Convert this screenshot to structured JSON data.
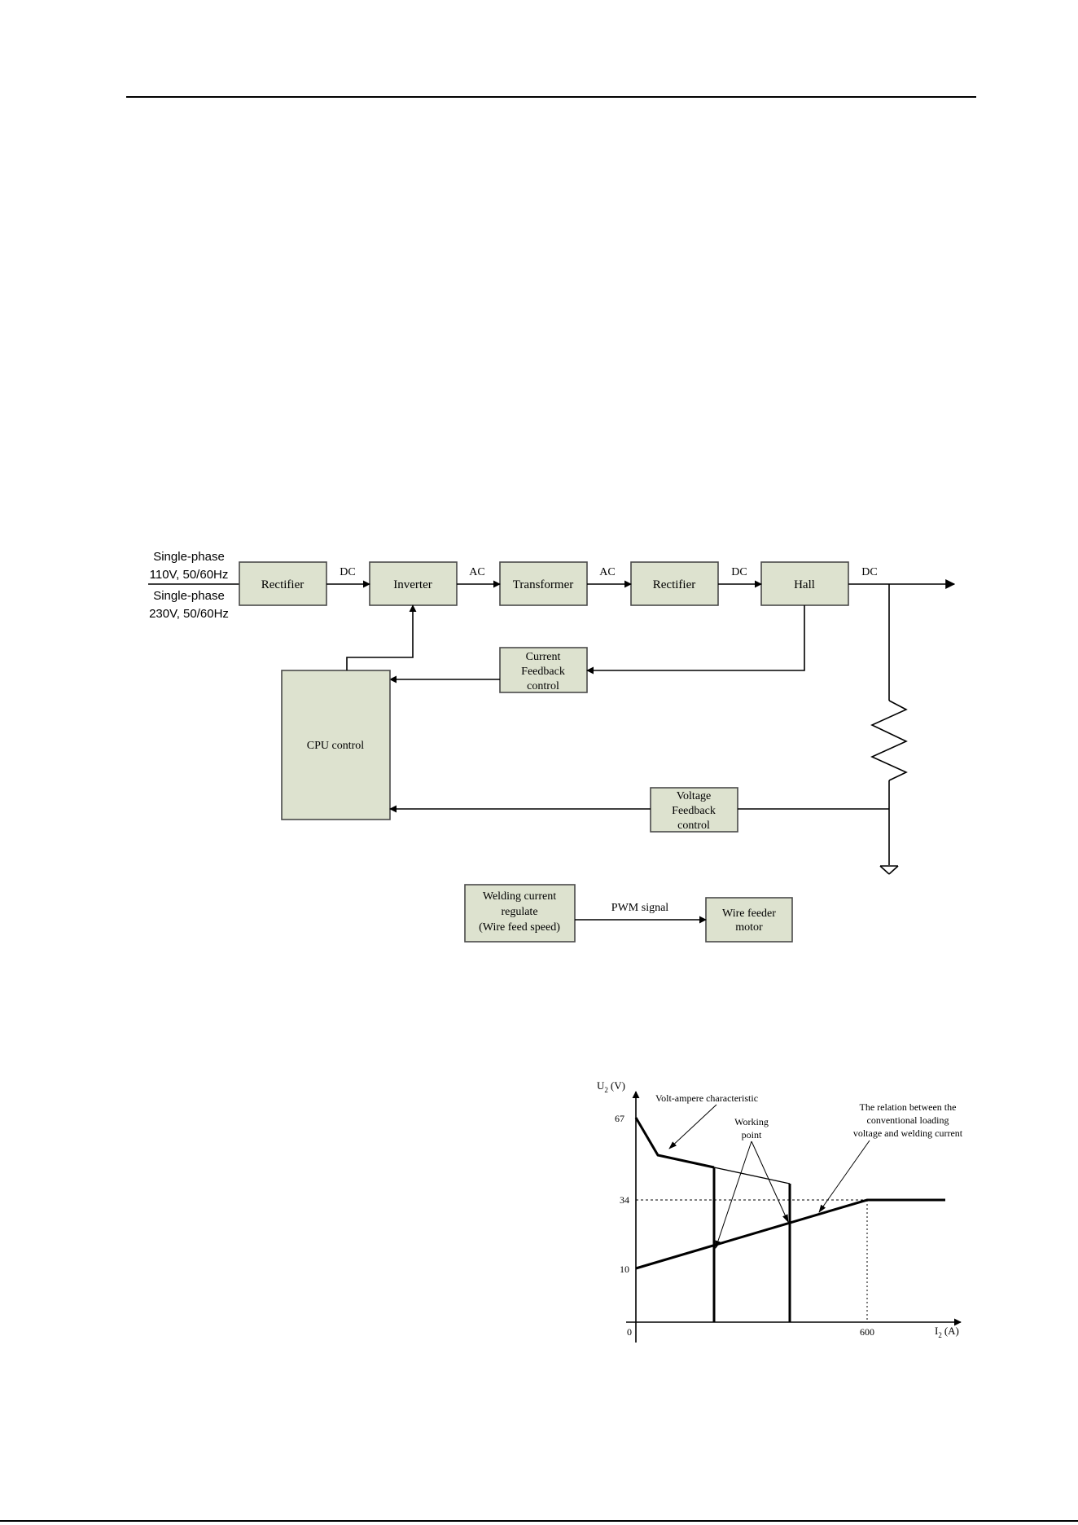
{
  "block_diagram": {
    "input_1_line1": "Single-phase",
    "input_1_line2": "110V, 50/60Hz",
    "input_2_line1": "Single-phase",
    "input_2_line2": "230V, 50/60Hz",
    "rectifier_1": "Rectifier",
    "inverter": "Inverter",
    "transformer": "Transformer",
    "rectifier_2": "Rectifier",
    "hall": "Hall",
    "label_dc_1": "DC",
    "label_ac_1": "AC",
    "label_ac_2": "AC",
    "label_dc_2": "DC",
    "label_dc_3": "DC",
    "current_feedback": [
      "Current",
      "Feedback",
      "control"
    ],
    "cpu_control": "CPU control",
    "voltage_feedback": [
      "Voltage",
      "Feedback",
      "control"
    ],
    "welding_regulate": [
      "Welding current",
      "regulate",
      "(Wire feed speed)"
    ],
    "pwm_label": "PWM signal",
    "wire_feeder": [
      "Wire feeder",
      "motor"
    ]
  },
  "va_chart": {
    "y_label_main": "U",
    "y_label_sub": "2",
    "y_label_unit": "(V)",
    "x_label_main": "I",
    "x_label_sub": "2",
    "x_label_unit": "(A)",
    "y_ticks": [
      "67",
      "34",
      "10"
    ],
    "x_ticks": [
      "0",
      "600"
    ],
    "annotation_va": "Volt-ampere characteristic",
    "annotation_working": [
      "Working",
      "point"
    ],
    "annotation_relation": [
      "The relation between the",
      "conventional loading",
      "voltage and welding current"
    ]
  }
}
